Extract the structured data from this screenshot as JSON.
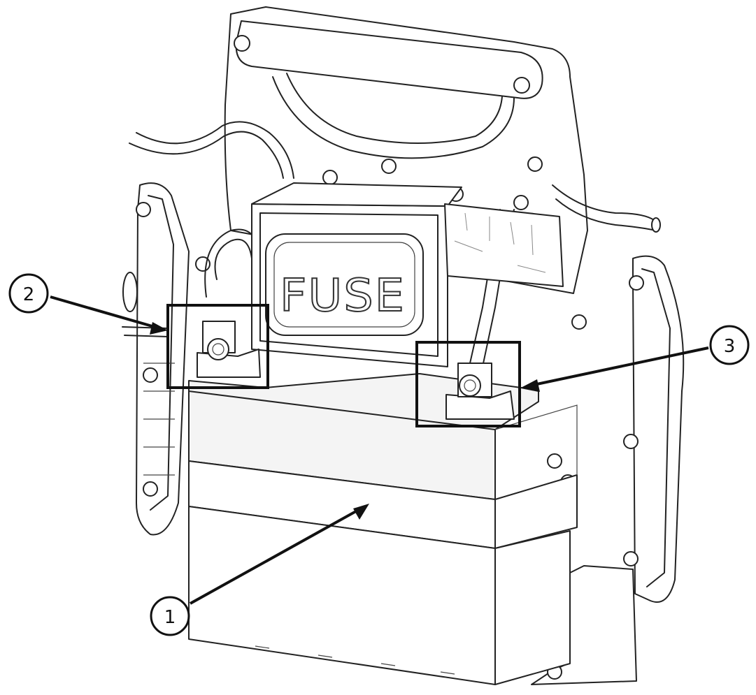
{
  "figure": {
    "embossed_label": "FUSE",
    "callouts": [
      {
        "id": "1",
        "label": "1"
      },
      {
        "id": "2",
        "label": "2"
      },
      {
        "id": "3",
        "label": "3"
      }
    ]
  },
  "colors": {
    "line": "#222222",
    "background": "#ffffff"
  },
  "icons": {
    "callout_marker": "numbered-circle-icon",
    "pointer": "arrow-icon",
    "fastener": "screw-head-icon"
  }
}
